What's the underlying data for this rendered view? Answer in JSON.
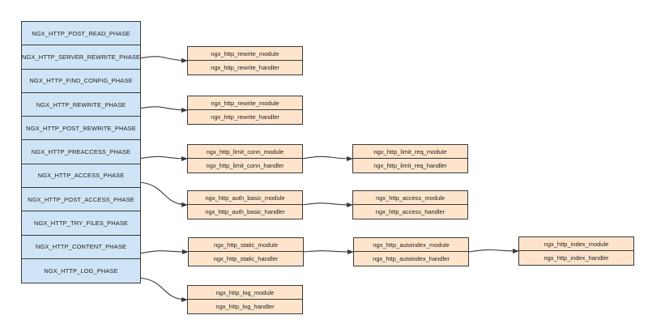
{
  "phases": [
    "NGX_HTTP_POST_READ_PHASE",
    "NGX_HTTP_SERVER_REWRITE_PHASE",
    "NGX_HTTP_FIND_CONFIG_PHASE",
    "NGX_HTTP_REWRITE_PHASE",
    "NGX_HTTP_POST_REWRITE_PHASE",
    "NGX_HTTP_PREACCESS_PHASE",
    "NGX_HTTP_ACCESS_PHASE",
    "NGX_HTTP_POST_ACCESS_PHASE",
    "NGX_HTTP_TRY_FILES_PHASE",
    "NGX_HTTP_CONTENT_PHASE",
    "NGX_HTTP_LOG_PHASE"
  ],
  "modules": {
    "server_rewrite": {
      "module": "ngx_http_rewrite_module",
      "handler": "ngx_http_rewrite_handler"
    },
    "rewrite": {
      "module": "ngx_http_rewrite_module",
      "handler": "ngx_http_rewrite_handler"
    },
    "limit_conn": {
      "module": "ngx_http_limit_conn_module",
      "handler": "ngx_http_limit_conn_handler"
    },
    "limit_req": {
      "module": "ngx_http_limit_req_module",
      "handler": "ngx_http_limit_req_handler"
    },
    "auth_basic": {
      "module": "ngx_http_auth_basic_module",
      "handler": "ngx_http_auth_basic_handler"
    },
    "access": {
      "module": "ngx_http_access_module",
      "handler": "ngx_http_access_handler"
    },
    "static": {
      "module": "ngx_http_static_module",
      "handler": "ngx_http_static_handler"
    },
    "autoindex": {
      "module": "ngx_http_autoindex_module",
      "handler": "ngx_http_autoindex_handler"
    },
    "index": {
      "module": "ngx_http_index_module",
      "handler": "ngx_http_index_handler"
    },
    "log": {
      "module": "ngx_http_log_module",
      "handler": "ngx_http_log_handler"
    }
  },
  "colors": {
    "phase_fill": "#cfe5f7",
    "module_fill": "#fde4cb",
    "stroke": "#3a3a3a"
  }
}
